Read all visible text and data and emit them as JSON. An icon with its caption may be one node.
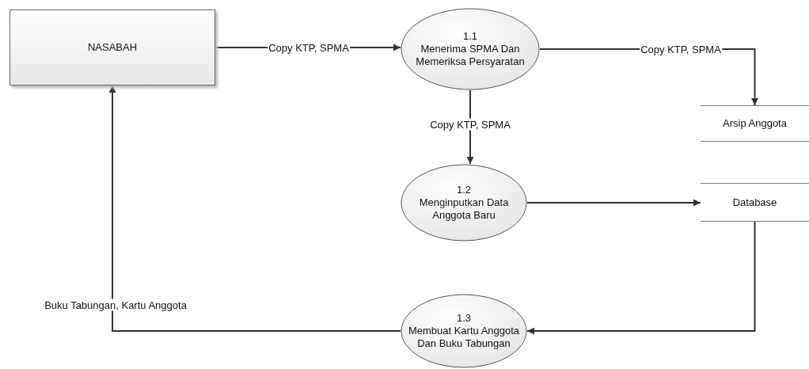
{
  "diagram": {
    "nodes": [
      {
        "text": [
          "NASABAH"
        ]
      },
      {
        "text": [
          "1.1",
          "Menerima SPMA Dan Memeriksa Persyaratan"
        ]
      },
      {
        "text": [
          "1.2",
          "Menginputkan Data Anggota Baru"
        ]
      },
      {
        "text": [
          "1.3",
          "Membuat Kartu Anggota Dan Buku Tabungan"
        ]
      },
      {
        "text": [
          "Arsip Anggota"
        ]
      },
      {
        "text": [
          "Database"
        ]
      }
    ],
    "edges": [
      {
        "from": 0,
        "to": 1,
        "arrow": "to",
        "label": "Copy KTP, SPMA"
      },
      {
        "from": 1,
        "to": 4,
        "arrow": "to",
        "label": "Copy KTP, SPMA"
      },
      {
        "from": 1,
        "to": 2,
        "arrow": "to",
        "label": "Copy KTP, SPMA"
      },
      {
        "from": 2,
        "to": 5,
        "arrow": "to"
      },
      {
        "from": 5,
        "to": 3,
        "arrow": "to"
      },
      {
        "from": 3,
        "to": 0,
        "arrow": "to",
        "label": "Buku Tabungan, Kartu Anggota"
      }
    ]
  }
}
